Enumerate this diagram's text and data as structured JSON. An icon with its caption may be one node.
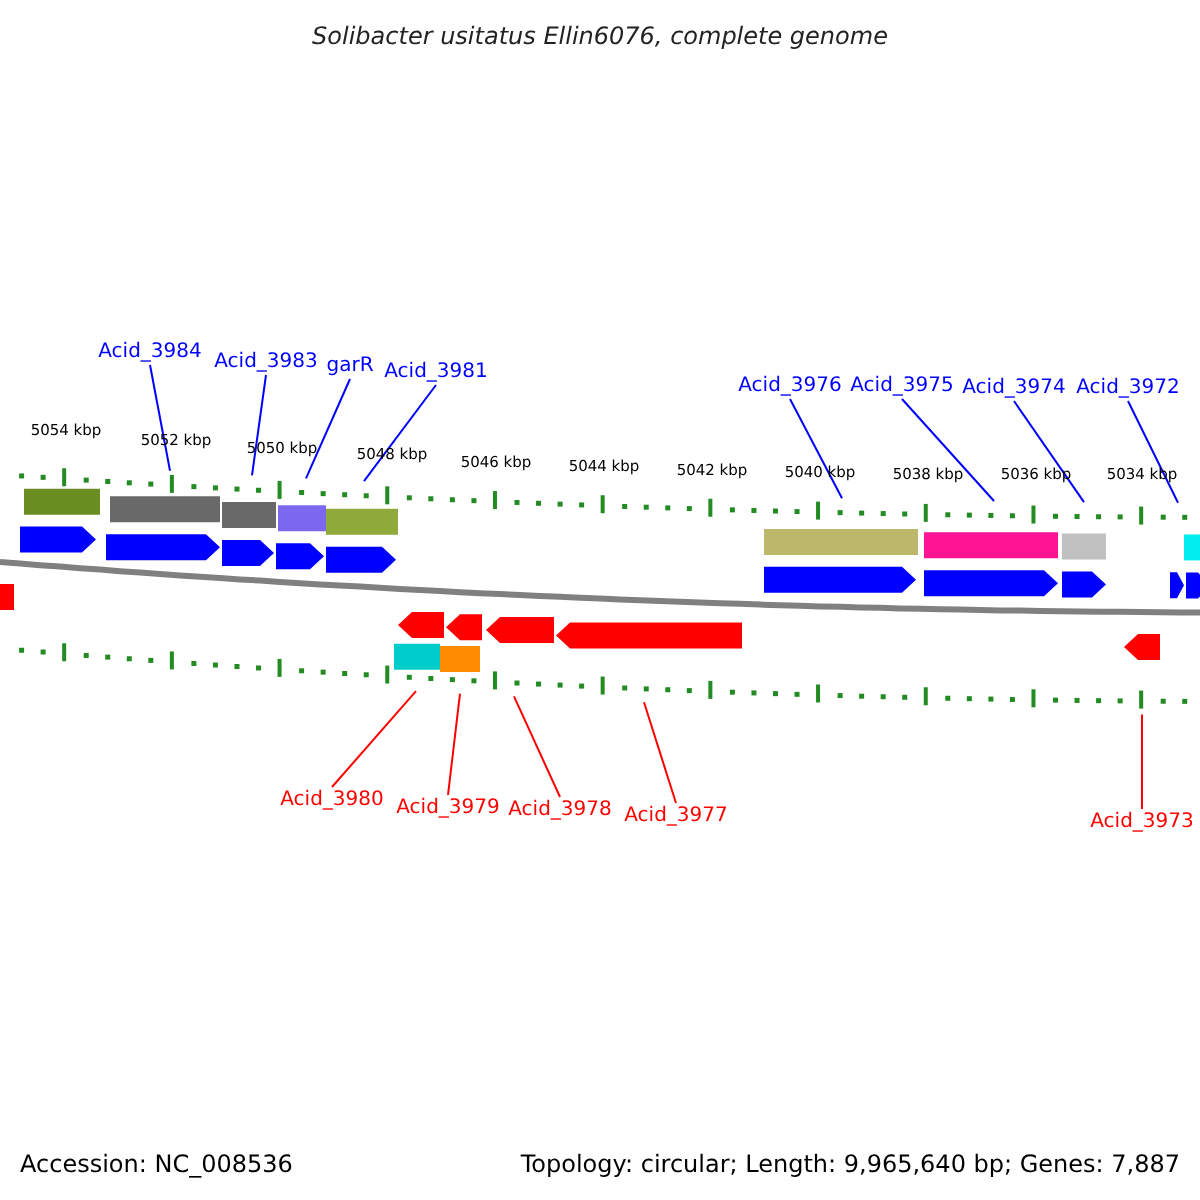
{
  "diagram": {
    "title": "Solibacter usitatus Ellin6076, complete genome",
    "nodes": [
      {
        "text": [
          "Acid_3984"
        ]
      },
      {
        "text": [
          "Acid_3983"
        ]
      },
      {
        "text": [
          "garR"
        ]
      },
      {
        "text": [
          "Acid_3981"
        ]
      },
      {
        "text": [
          "Acid_3976"
        ]
      },
      {
        "text": [
          "Acid_3975"
        ]
      },
      {
        "text": [
          "Acid_3974"
        ]
      },
      {
        "text": [
          "Acid_3972"
        ]
      },
      {
        "text": [
          "Acid_3980"
        ]
      },
      {
        "text": [
          "Acid_3979"
        ]
      },
      {
        "text": [
          "Acid_3978"
        ]
      },
      {
        "text": [
          "Acid_3977"
        ]
      },
      {
        "text": [
          "Acid_3973"
        ]
      }
    ],
    "edges": [
      {
        "from": 0,
        "to": null,
        "arrow": "none"
      },
      {
        "from": 1,
        "to": null,
        "arrow": "none"
      },
      {
        "from": 2,
        "to": null,
        "arrow": "none"
      },
      {
        "from": 3,
        "to": null,
        "arrow": "none"
      },
      {
        "from": 4,
        "to": null,
        "arrow": "none"
      },
      {
        "from": 5,
        "to": null,
        "arrow": "none"
      },
      {
        "from": 6,
        "to": null,
        "arrow": "none"
      },
      {
        "from": 7,
        "to": null,
        "arrow": "none"
      },
      {
        "from": 8,
        "to": null,
        "arrow": "none",
        "color": "#ff0000"
      },
      {
        "from": 9,
        "to": null,
        "arrow": "none",
        "color": "#ff0000"
      },
      {
        "from": 10,
        "to": null,
        "arrow": "none",
        "color": "#ff0000"
      },
      {
        "from": 11,
        "to": null,
        "arrow": "none",
        "color": "#ff0000"
      },
      {
        "from": 12,
        "to": null,
        "arrow": "none",
        "color": "#ff0000"
      }
    ],
    "labels": [
      "5054 kbp",
      "5052 kbp",
      "5050 kbp",
      "5048 kbp",
      "5046 kbp",
      "5044 kbp",
      "5042 kbp",
      "5040 kbp",
      "5038 kbp",
      "5036 kbp",
      "5034 kbp",
      "Accession: NC_008536",
      "Topology: circular; Length: 9,965,640 bp; Genes: 7,887"
    ]
  }
}
